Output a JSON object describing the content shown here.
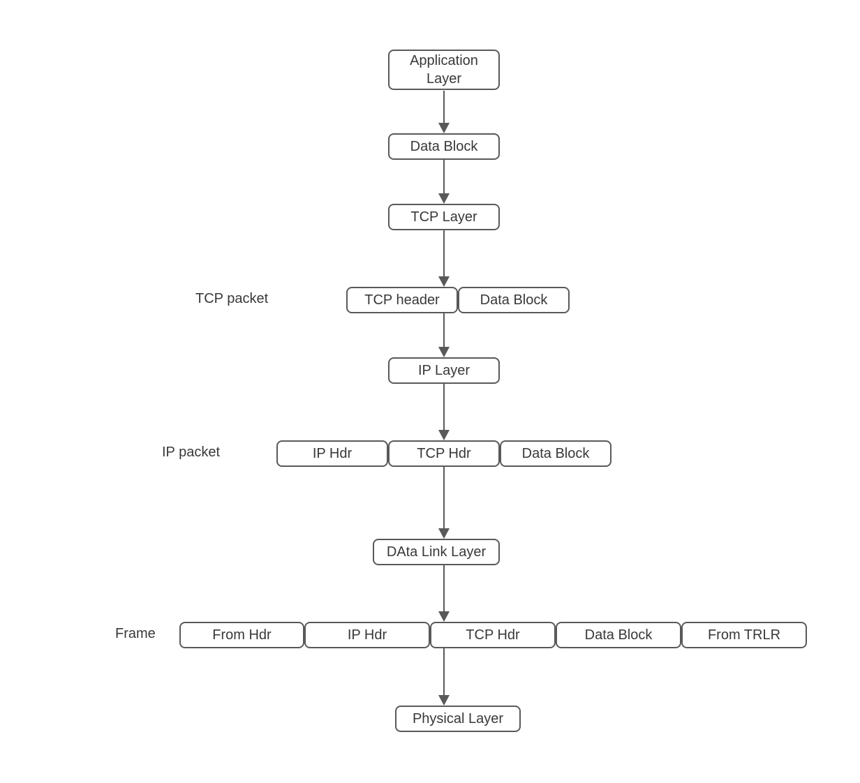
{
  "diagram": {
    "title_hint": "TCP/IP encapsulation flow",
    "colors": {
      "background": "#ffffff",
      "box_border": "#595959",
      "box_fill": "#ffffff",
      "text": "#383838",
      "arrow": "#595959"
    },
    "nodes": {
      "application_layer": "Application Layer",
      "data_block_1": "Data Block",
      "tcp_layer": "TCP Layer",
      "tcp_header": "TCP header",
      "data_block_2": "Data Block",
      "ip_layer": "IP Layer",
      "ip_hdr": "IP Hdr",
      "tcp_hdr": "TCP Hdr",
      "data_block_3": "Data Block",
      "data_link_layer": "DAta Link Layer",
      "frame_from_hdr": "From Hdr",
      "frame_ip_hdr": "IP Hdr",
      "frame_tcp_hdr": "TCP Hdr",
      "frame_data_block": "Data Block",
      "frame_from_trlr": "From TRLR",
      "physical_layer": "Physical Layer"
    },
    "labels": {
      "tcp_packet": "TCP packet",
      "ip_packet": "IP packet",
      "frame": "Frame"
    }
  }
}
